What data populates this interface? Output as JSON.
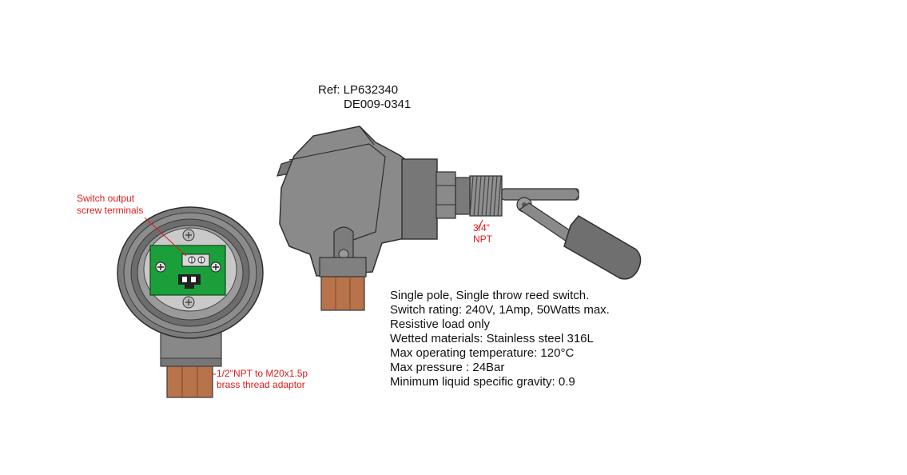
{
  "reference": {
    "ref_line": "Ref: LP632340",
    "drawing_no": "DE009-0341"
  },
  "callouts": {
    "terminals_line1": "Switch output",
    "terminals_line2": "screw terminals",
    "thread_line1": "3/4\"",
    "thread_line2": "NPT",
    "adaptor_line1": "1/2\"NPT to M20x1.5p",
    "adaptor_line2": "brass thread adaptor"
  },
  "specifications": [
    "Single pole, Single throw reed switch.",
    "Switch rating: 240V, 1Amp, 50Watts max.",
    "Resistive load only",
    "Wetted materials: Stainless steel 316L",
    "Max operating temperature: 120°C",
    "Max pressure : 24Bar",
    "Minimum liquid specific gravity: 0.9"
  ],
  "colors": {
    "housing": "#8a8a8a",
    "housing_dark": "#5f5f5f",
    "pcb": "#1a9f3a",
    "brass": "#b8734a",
    "callout_red": "#e01b1b"
  }
}
